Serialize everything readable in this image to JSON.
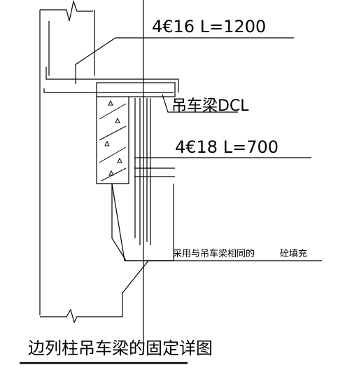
{
  "labels": {
    "rebar_top": "4€16  L=1200",
    "crane_beam": "吊车梁DCL",
    "rebar_mid": "4€18  L=700",
    "fill_note_a": "采用与吊车梁相同的",
    "fill_note_b": "砼填充",
    "title": "边列柱吊车梁的固定详图"
  },
  "colors": {
    "line": "#000000",
    "background": "#ffffff"
  },
  "icons": {
    "concrete_hatch": "triangle-aggregate-hatch"
  }
}
